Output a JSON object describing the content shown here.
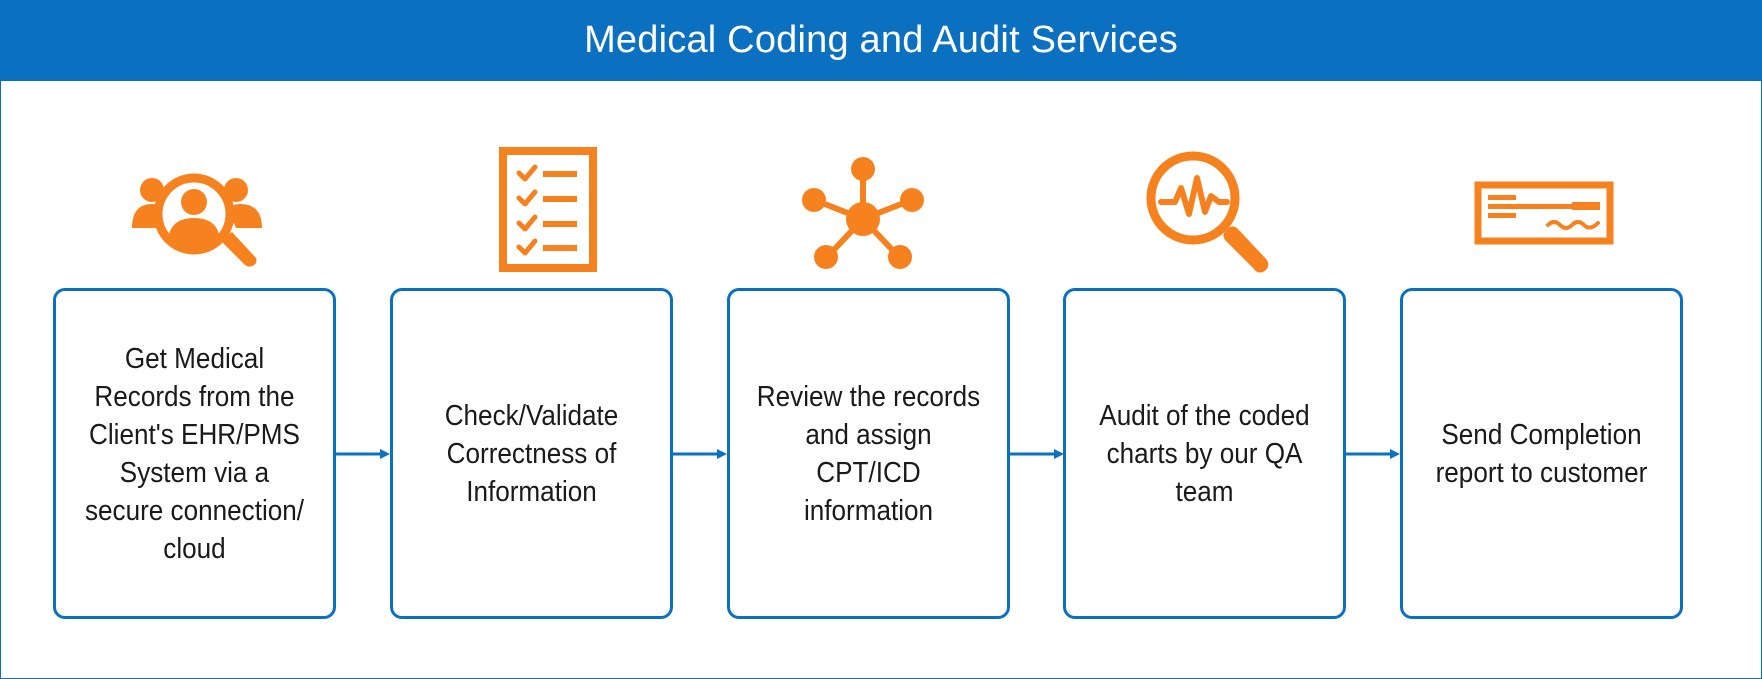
{
  "title": "Medical Coding and Audit Services",
  "colors": {
    "header_bg": "#0a70bf",
    "box_border": "#0a70bf",
    "icon_orange": "#f5821f",
    "connector": "#0a70bf"
  },
  "steps": [
    {
      "icon": "users-search-icon",
      "label": "Get Medical Records from the Client's EHR/PMS System via a secure connection/ cloud"
    },
    {
      "icon": "checklist-icon",
      "label": "Check/Validate Correctness of Information"
    },
    {
      "icon": "network-hub-icon",
      "label": "Review the records and assign CPT/ICD information"
    },
    {
      "icon": "magnifier-pulse-icon",
      "label": "Audit of the coded charts by our QA team"
    },
    {
      "icon": "check-document-icon",
      "label": "Send Completion report to customer"
    }
  ]
}
